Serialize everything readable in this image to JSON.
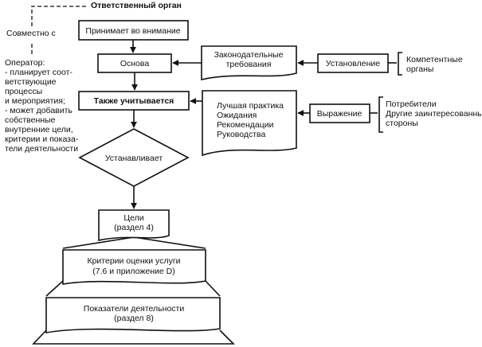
{
  "header": {
    "responsible_body": "Ответственный орган"
  },
  "left_panel": {
    "jointly": "Совместно с",
    "operator_lines": [
      "Оператор:",
      "- планирует соот-",
      "ветствующие",
      "процессы",
      "и мероприятия;",
      "- может добавить",
      "собственные",
      "внутренние цели,",
      "критерии и показа-",
      "тели деятельности"
    ]
  },
  "flow": {
    "takes_into_account": "Принимает во внимание",
    "basis": "Основа",
    "also_considers": "Также учитывается",
    "establishes": "Устанавливает"
  },
  "documents": {
    "legal_requirements": [
      "Законодательные",
      "требования"
    ],
    "practices": [
      "Лучшая практика",
      "Ожидания",
      "Рекомендации",
      "Руководства"
    ]
  },
  "sources": {
    "establishment": "Установление",
    "competent_bodies": [
      "Компетентные",
      "органы"
    ],
    "expression": "Выражение",
    "stakeholders": [
      "Потребители",
      "Другие заинтересованные",
      "стороны"
    ]
  },
  "outputs": {
    "goals": [
      "Цели",
      "(раздел 4)"
    ],
    "criteria": [
      "Критерии оценки услуги",
      "(7.6 и приложение D)"
    ],
    "indicators": [
      "Показатели деятельности",
      "(раздел 8)"
    ]
  }
}
